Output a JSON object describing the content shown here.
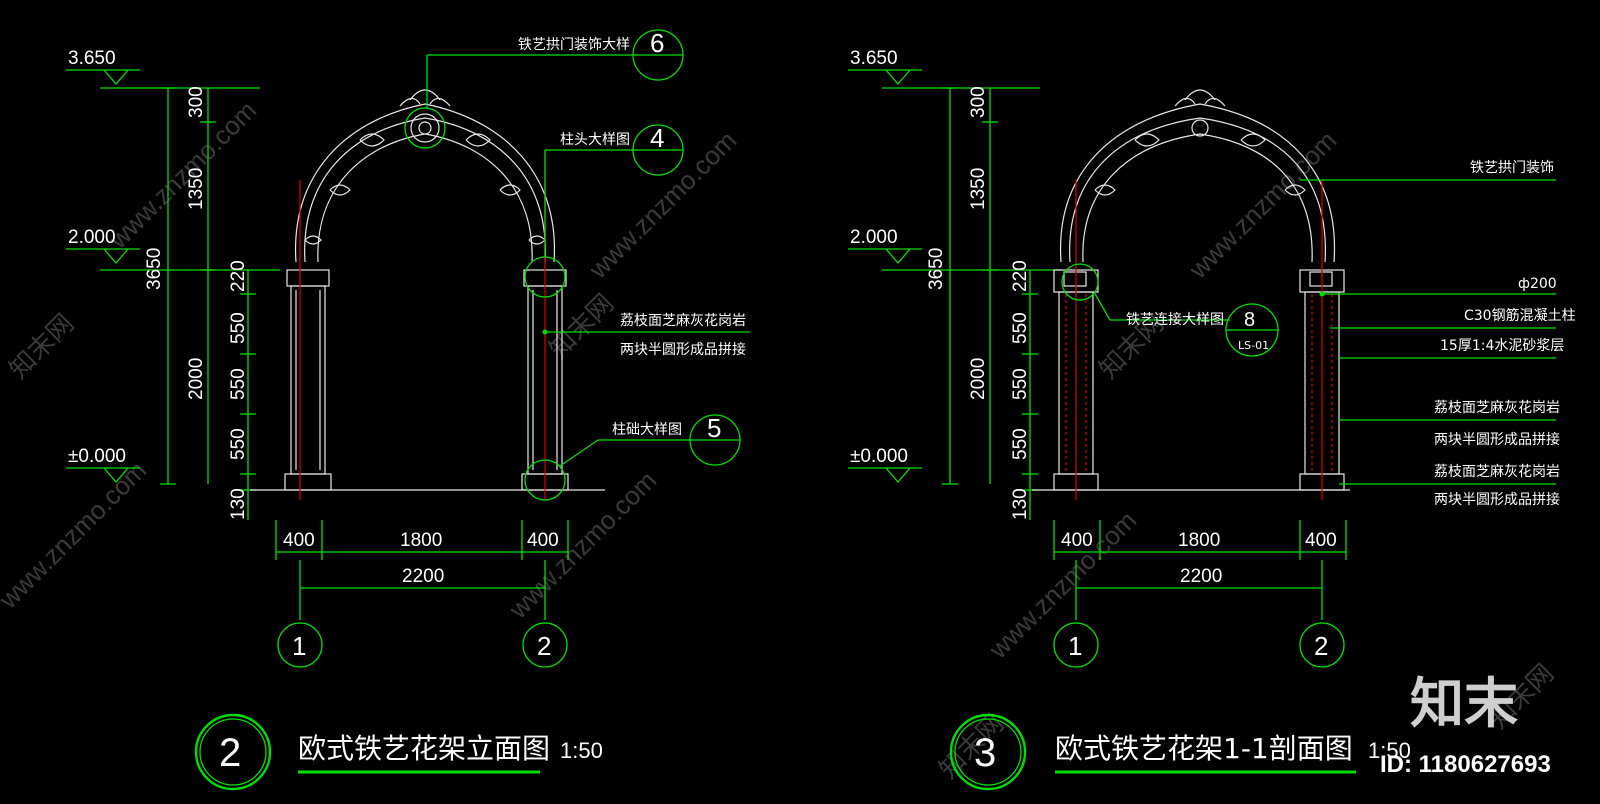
{
  "elevation": {
    "levels": [
      "3.650",
      "2.000",
      "±0.000"
    ],
    "dims_vertical_outer": "3650",
    "dims_vertical_upper": [
      "300",
      "1350"
    ],
    "dims_vertical_lower": [
      "2000"
    ],
    "dims_vertical_column": [
      "220",
      "550",
      "550",
      "550",
      "130"
    ],
    "dims_horizontal": [
      "400",
      "1800",
      "400"
    ],
    "dim_total": "2200",
    "axes": [
      "1",
      "2"
    ],
    "callouts": {
      "arch_detail": "铁艺拱门装饰大样",
      "arch_detail_no": "6",
      "capital_detail": "柱头大样图",
      "capital_detail_no": "4",
      "base_detail": "柱础大样图",
      "base_detail_no": "5",
      "finish_1": "荔枝面芝麻灰花岗岩",
      "finish_2": "两块半圆形成品拼接"
    },
    "title_no": "2",
    "title": "欧式铁艺花架立面图",
    "scale": "1:50"
  },
  "section": {
    "levels": [
      "3.650",
      "2.000",
      "±0.000"
    ],
    "dims_vertical_outer": "3650",
    "dims_vertical_upper": [
      "300",
      "1350"
    ],
    "dims_vertical_lower": [
      "2000"
    ],
    "dims_vertical_column": [
      "220",
      "550",
      "550",
      "550",
      "130"
    ],
    "dims_horizontal": [
      "400",
      "1800",
      "400"
    ],
    "dim_total": "2200",
    "axes": [
      "1",
      "2"
    ],
    "callouts": {
      "connect_detail": "铁艺连接大样图",
      "connect_detail_no": "8",
      "connect_detail_ref": "LS-01",
      "arch_deco": "铁艺拱门装饰",
      "phi": "ф200",
      "column": "C30钢筋混凝土柱",
      "mortar": "15厚1:4水泥砂浆层",
      "finish_1": "荔枝面芝麻灰花岗岩",
      "finish_2": "两块半圆形成品拼接",
      "finish_3": "荔枝面芝麻灰花岗岩",
      "finish_4": "两块半圆形成品拼接"
    },
    "title_no": "3",
    "title": "欧式铁艺花架1-1剖面图",
    "scale": "1:50"
  },
  "watermark": {
    "site": "www.znzmo.com",
    "brand": "知末网",
    "logo": "知末",
    "id": "ID: 1180627693"
  },
  "colors": {
    "background": "#000000",
    "dimension": "#00e000",
    "outline": "#e8e8e8",
    "axis": "#e00000"
  }
}
